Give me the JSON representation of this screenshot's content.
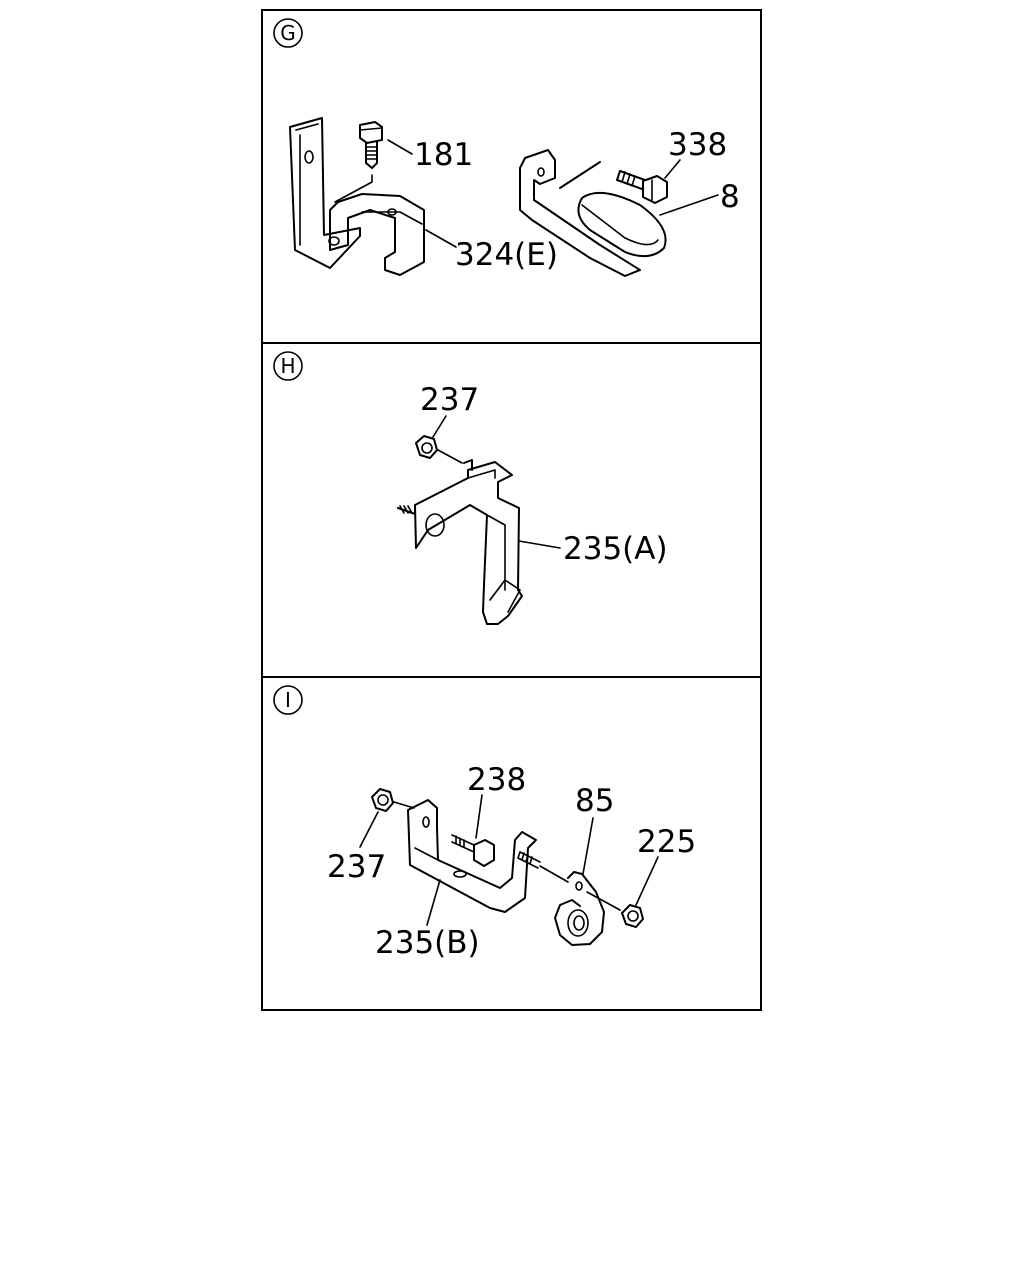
{
  "panels": [
    {
      "id": "G",
      "tag": "G",
      "callouts": {
        "bolt": "181",
        "bracket": "324(E)",
        "screw": "338",
        "clamp": "8"
      }
    },
    {
      "id": "H",
      "tag": "H",
      "callouts": {
        "nut": "237",
        "bracket": "235(A)"
      }
    },
    {
      "id": "I",
      "tag": "I",
      "callouts": {
        "bolt": "238",
        "clip": "85",
        "nut_right": "225",
        "nut_left": "237",
        "bracket": "235(B)"
      }
    }
  ]
}
